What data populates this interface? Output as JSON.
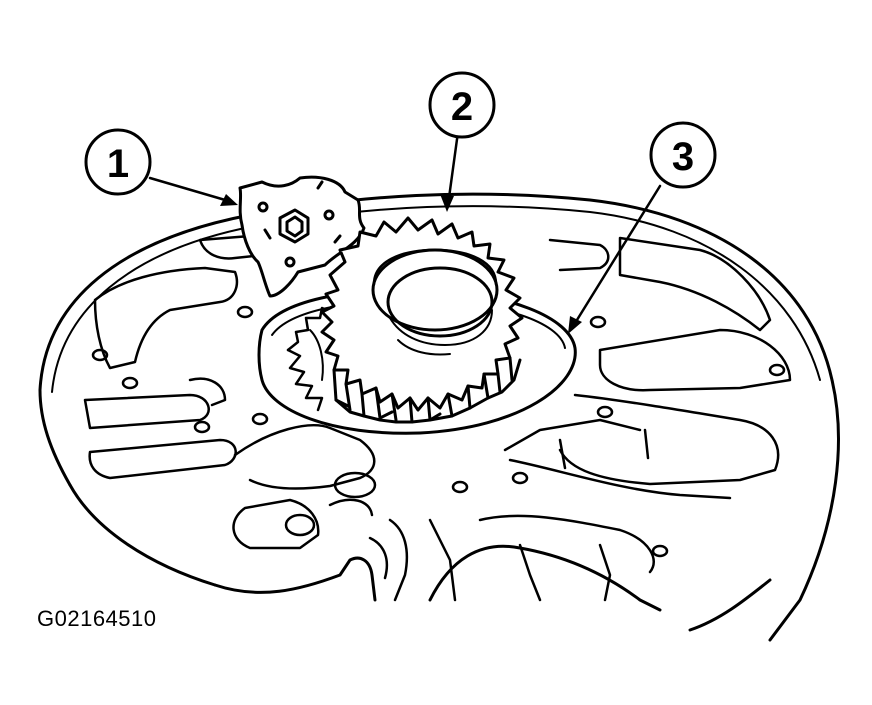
{
  "diagram": {
    "callouts": [
      {
        "number": "1"
      },
      {
        "number": "2"
      },
      {
        "number": "3"
      }
    ],
    "figure_code": "G02164510",
    "colors": {
      "ink": "#000000",
      "paper": "#ffffff"
    }
  }
}
